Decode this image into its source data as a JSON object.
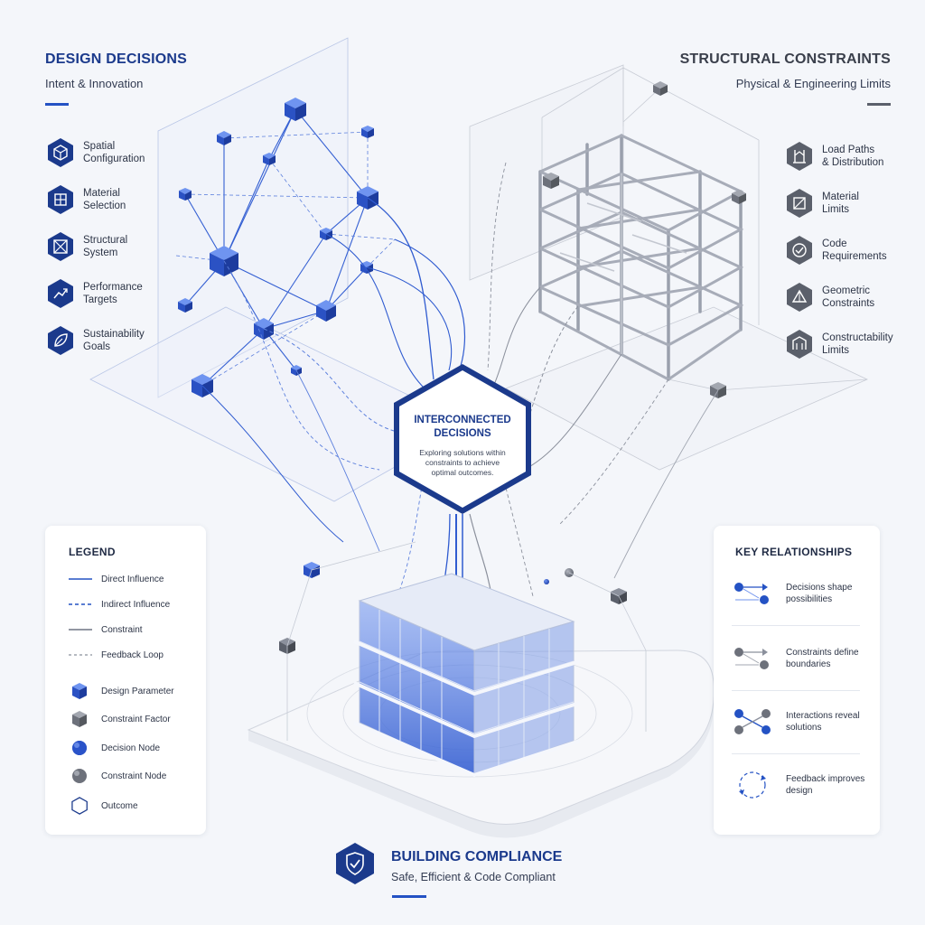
{
  "colors": {
    "accent_blue": "#2452c4",
    "dark_blue": "#1b3a8c",
    "constraint_gray": "#6f7583",
    "light_gray": "#c4c9d3"
  },
  "design": {
    "title": "DESIGN DECISIONS",
    "subtitle": "Intent & Innovation",
    "items": [
      {
        "label": "Spatial\nConfiguration",
        "icon": "spatial-icon"
      },
      {
        "label": "Material\nSelection",
        "icon": "material-icon"
      },
      {
        "label": "Structural\nSystem",
        "icon": "structure-icon"
      },
      {
        "label": "Performance\nTargets",
        "icon": "performance-icon"
      },
      {
        "label": "Sustainability\nGoals",
        "icon": "sustainability-icon"
      }
    ]
  },
  "structural": {
    "title": "STRUCTURAL CONSTRAINTS",
    "subtitle": "Physical & Engineering Limits",
    "items": [
      {
        "label": "Load Paths\n& Distribution",
        "icon": "load-paths-icon"
      },
      {
        "label": "Material\nLimits",
        "icon": "material-limits-icon"
      },
      {
        "label": "Code\nRequirements",
        "icon": "code-icon"
      },
      {
        "label": "Geometric\nConstraints",
        "icon": "geometry-icon"
      },
      {
        "label": "Constructability\nLimits",
        "icon": "constructability-icon"
      }
    ]
  },
  "center": {
    "title": "INTERCONNECTED\nDECISIONS",
    "description": "Exploring solutions within\nconstraints to achieve\noptimal outcomes."
  },
  "legend": {
    "title": "LEGEND",
    "items": [
      {
        "label": "Direct Influence",
        "symbol": "solid-blue-line"
      },
      {
        "label": "Indirect Influence",
        "symbol": "dashed-blue-line"
      },
      {
        "label": "Constraint",
        "symbol": "solid-gray-line"
      },
      {
        "label": "Feedback Loop",
        "symbol": "dashed-gray-line"
      },
      {
        "label": "Design Parameter",
        "symbol": "blue-cube-icon"
      },
      {
        "label": "Constraint Factor",
        "symbol": "gray-cube-icon"
      },
      {
        "label": "Decision Node",
        "symbol": "blue-sphere-icon"
      },
      {
        "label": "Constraint Node",
        "symbol": "gray-sphere-icon"
      },
      {
        "label": "Outcome",
        "symbol": "hexagon-outline-icon"
      }
    ]
  },
  "relationships": {
    "title": "KEY RELATIONSHIPS",
    "items": [
      {
        "label": "Decisions shape\npossibilities",
        "symbol": "decisions-shape-icon"
      },
      {
        "label": "Constraints define\nboundaries",
        "symbol": "constraints-define-icon"
      },
      {
        "label": "Interactions reveal\nsolutions",
        "symbol": "interactions-reveal-icon"
      },
      {
        "label": "Feedback improves\ndesign",
        "symbol": "feedback-loop-icon"
      }
    ]
  },
  "compliance": {
    "title": "BUILDING COMPLIANCE",
    "subtitle": "Safe, Efficient & Code Compliant",
    "icon": "shield-check-icon"
  }
}
